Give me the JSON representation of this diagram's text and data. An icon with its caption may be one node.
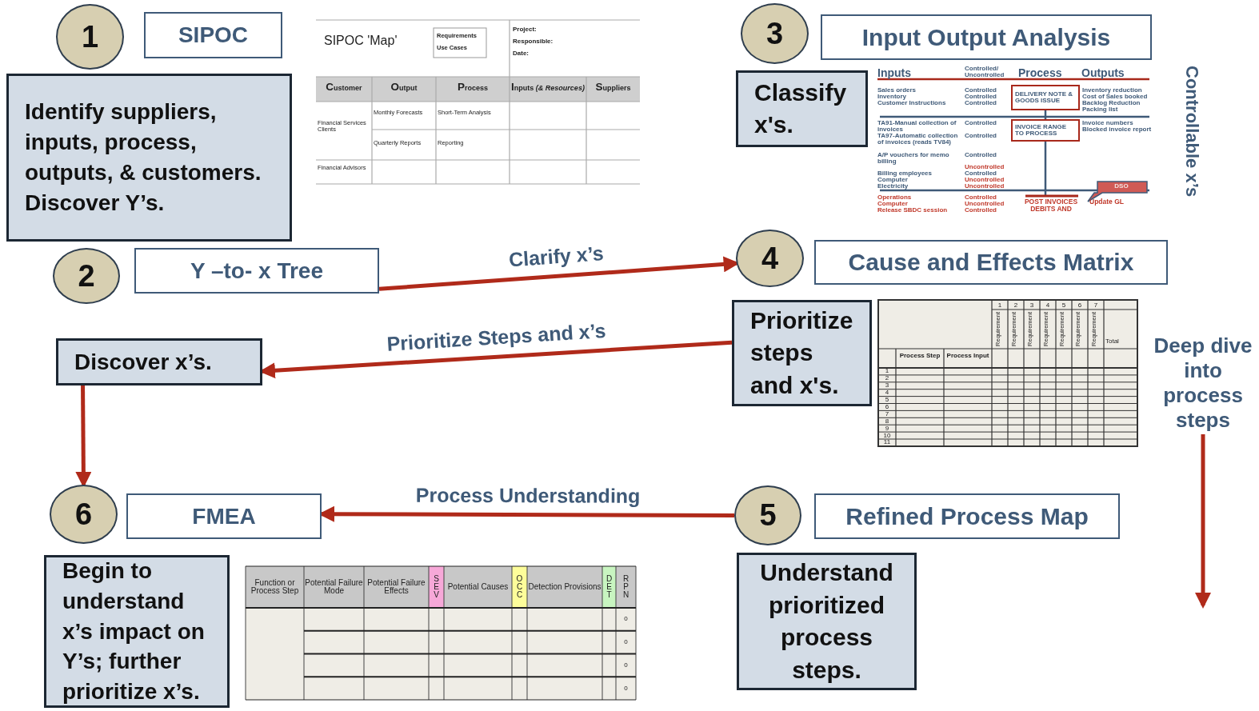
{
  "diagram": {
    "nodes": [
      {
        "text": [
          "1"
        ]
      },
      {
        "text": [
          "SIPOC"
        ]
      },
      {
        "text": [
          "Identify suppliers, inputs, process, outputs, & customers. Discover Y’s."
        ]
      },
      {
        "text": [
          "2"
        ]
      },
      {
        "text": [
          "Y –to- x Tree"
        ]
      },
      {
        "text": [
          "Discover x’s."
        ]
      },
      {
        "text": [
          "3"
        ]
      },
      {
        "text": [
          "Input Output Analysis"
        ]
      },
      {
        "text": [
          "Classify x's."
        ]
      },
      {
        "text": [
          "4"
        ]
      },
      {
        "text": [
          "Cause and Effects Matrix"
        ]
      },
      {
        "text": [
          "Prioritize steps and x's."
        ]
      },
      {
        "text": [
          "5"
        ]
      },
      {
        "text": [
          "Refined Process Map"
        ]
      },
      {
        "text": [
          "Understand prioritized process steps."
        ]
      },
      {
        "text": [
          "6"
        ]
      },
      {
        "text": [
          "FMEA"
        ]
      },
      {
        "text": [
          "Begin to understand x’s impact on Y’s; further prioritize x’s."
        ]
      },
      {
        "text": [
          "Deep dive into process steps"
        ]
      },
      {
        "text": [
          "DELIVERY NOTE & GOODS ISSUE"
        ]
      },
      {
        "text": [
          "INVOICE RANGE TO PROCESS"
        ]
      }
    ],
    "edges": [
      {
        "from": 4,
        "to": 9,
        "arrow": "to",
        "label": "Clarify x’s"
      },
      {
        "from": 11,
        "to": 5,
        "arrow": "to",
        "label": "Prioritize Steps and x’s"
      },
      {
        "from": 5,
        "to": 15,
        "arrow": "to"
      },
      {
        "from": 12,
        "to": 16,
        "arrow": "to",
        "label": "Process Understanding"
      },
      {
        "from": 18,
        "to": null,
        "arrow": "to"
      },
      {
        "from": 19,
        "to": 20,
        "arrow": "none",
        "color": "#3f5a78"
      }
    ],
    "labels": [
      "SIPOC 'Map'",
      "Requirements",
      "Use Cases",
      "Project:",
      "Responsible:",
      "Date:",
      "Customer",
      "Output",
      "Process",
      "Inputs *(& Resources)*",
      "Suppliers",
      "Monthly Forecasts",
      "Short-Term Analysis",
      "Financial Services Clients",
      "Quarterly Reports",
      "Reporting",
      "Financial Advisors",
      "Inputs",
      "Controlled/ Uncontrolled",
      "Process",
      "Outputs",
      "Sales orders",
      "Controlled",
      "Inventory",
      "Controlled",
      "Customer Instructions",
      "Controlled",
      "Inventory reduction",
      "Cost of Sales booked",
      "Backlog Reduction",
      "Packing list",
      "TA91-Manual collection of invoices",
      "Controlled",
      "TA97-Automatic collection of invoices (reads TV84)",
      "Controlled",
      "A/P vouchers for memo billing",
      "Controlled",
      "Uncontrolled",
      "Billing employees",
      "Controlled",
      "Computer",
      "Uncontrolled",
      "Electricity",
      "Uncontrolled",
      "Invoice numbers",
      "Blocked invoice report",
      "Operations",
      "Controlled",
      "Computer",
      "Uncontrolled",
      "Release SBDC session",
      "Controlled",
      "POST INVOICES DEBITS AND",
      "DSO",
      "Update GL",
      "Controllable x’s",
      "1",
      "2",
      "3",
      "4",
      "5",
      "6",
      "7",
      "Requirement",
      "Requirement",
      "Requirement",
      "Requirement",
      "Requirement",
      "Requirement",
      "Requirement",
      "Total",
      "Process Step",
      "Process Input",
      "1",
      "2",
      "3",
      "4",
      "5",
      "6",
      "7",
      "8",
      "9",
      "10",
      "11",
      "Function or Process Step",
      "Potential Failure Mode",
      "Potential Failure Effects",
      "SEV",
      "Potential Causes",
      "OCC",
      "Detection Provisions",
      "DET",
      "RPN",
      "0",
      "0",
      "0",
      "0"
    ]
  }
}
